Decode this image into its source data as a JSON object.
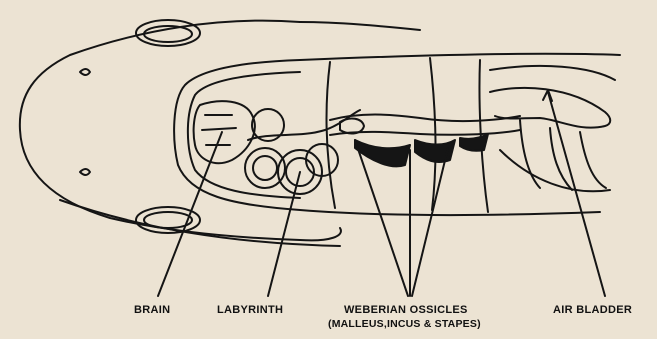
{
  "labels": {
    "brain": "BRAIN",
    "labyrinth": "LABYRINTH",
    "weberian": "WEBERIAN OSSICLES",
    "weberian_detail": "(MALLEUS,INCUS & STAPES)",
    "air_bladder": "AIR BLADDER"
  },
  "colors": {
    "paper": "#ece3d3",
    "ink": "#151515"
  }
}
